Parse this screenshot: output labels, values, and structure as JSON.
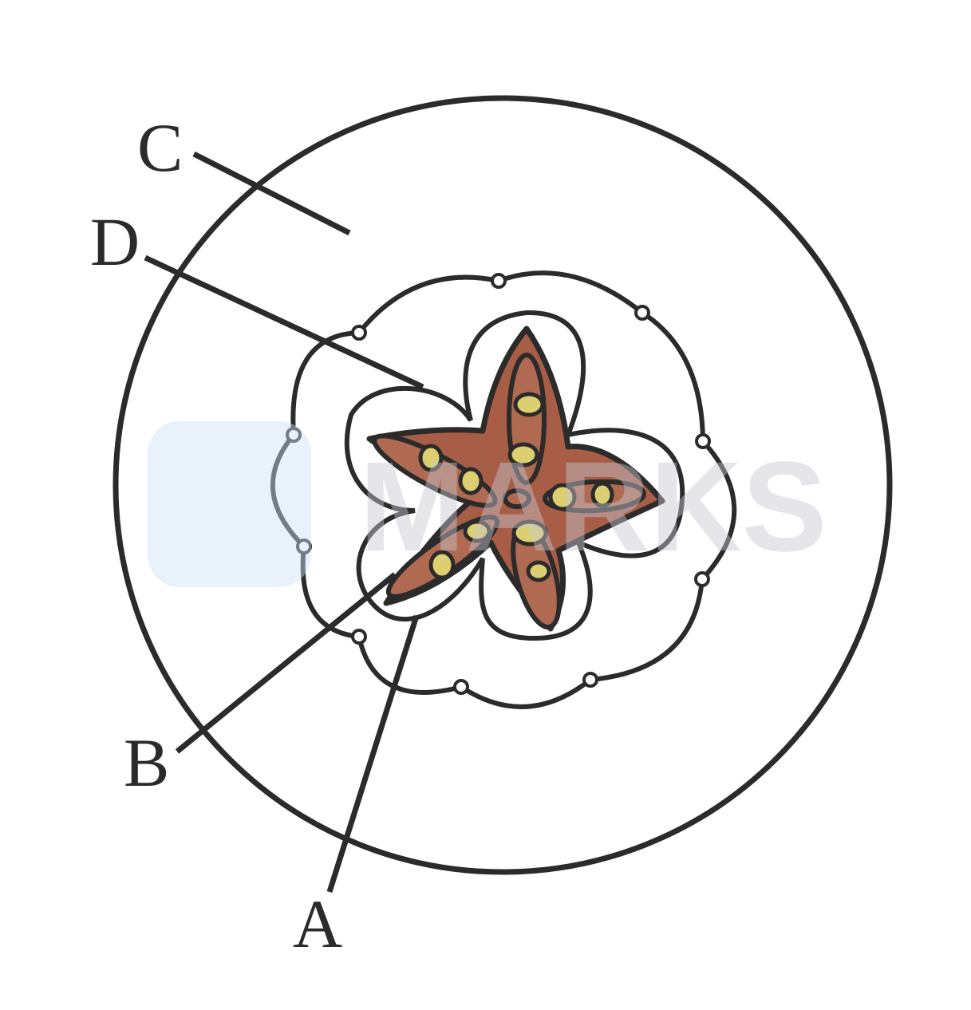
{
  "labels": {
    "a": "A",
    "b": "B",
    "c": "C",
    "d": "D"
  },
  "watermark": "MARKS",
  "colors": {
    "stroke": "#2b2b2b",
    "star": "#a85d47",
    "chamber": "#b06a52",
    "seed": "#dccf72",
    "watermark_logo": "#e6f1fb",
    "watermark_text": "#e4e4e8"
  }
}
